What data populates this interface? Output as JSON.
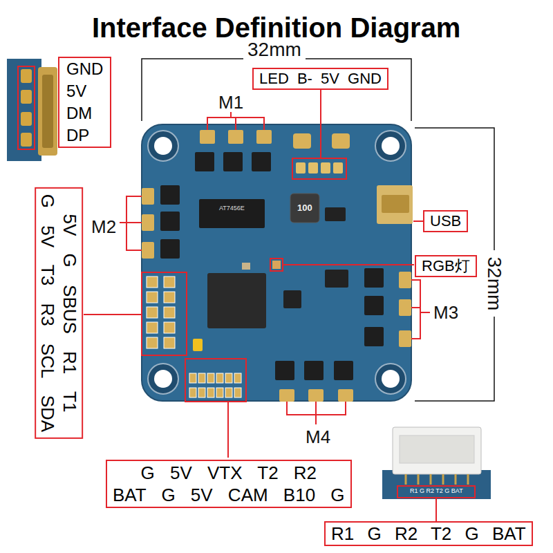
{
  "diagram": {
    "title": "Interface Definition Diagram",
    "nodes": [
      {
        "text": [
          "GND",
          "5V",
          "DM",
          "DP"
        ]
      },
      {
        "text": [
          "LED B- 5V GND"
        ]
      },
      {
        "text": [
          "USB"
        ]
      },
      {
        "text": [
          "RGB灯"
        ]
      },
      {
        "text": [
          "5V G SBUS R1 T1",
          "G 5V T3 R3 SCL SDA"
        ]
      },
      {
        "text": [
          "G 5V VTX T2 R2",
          "BAT G 5V CAM B10 G"
        ]
      },
      {
        "text": [
          "R1 G R2 T2 G BAT"
        ]
      }
    ],
    "labels": [
      "32mm",
      "M1",
      "M2",
      "32mm",
      "M3",
      "M4",
      "100",
      "AT7456E",
      "R1 G R2 T2 G BAT"
    ]
  }
}
